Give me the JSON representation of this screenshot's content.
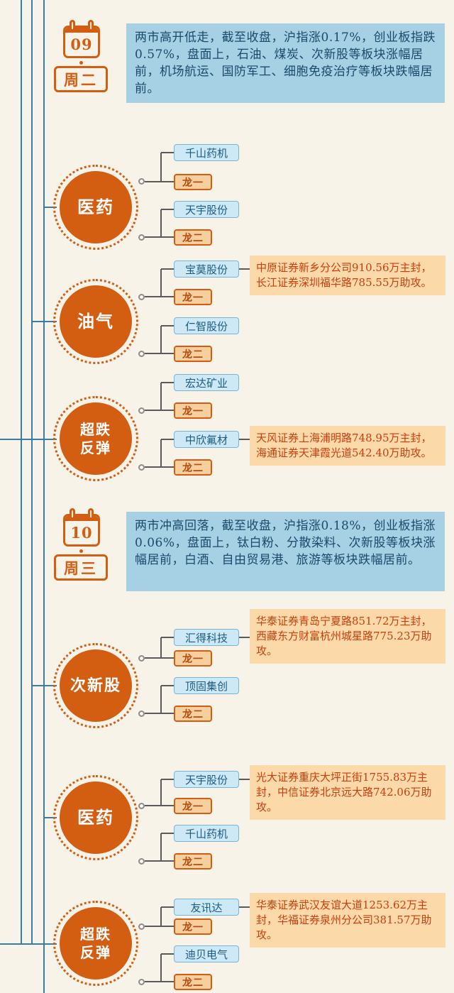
{
  "page": {
    "background": "#f8f3e8"
  },
  "colors": {
    "accent_orange": "#d35e12",
    "rank_fill": "#f6cf9f",
    "rank_text": "#b8490f",
    "note_fill": "#fcd9a8",
    "note_text": "#cc3d0e",
    "summary_fill": "#a6d0e4",
    "summary_text": "#1a4a6b",
    "stock_fill": "#cde9f6",
    "stock_border": "#79b4d4",
    "timeline_blue": "#3a7ca5",
    "branch_grey": "#5a5a5a"
  },
  "icons": {
    "calendar": "calendar-icon",
    "junction": "junction-dot"
  },
  "days": [
    {
      "date": "09",
      "weekday": "周二",
      "summary": "两市高开低走，截至收盘，沪指涨0.17%，创业板指跌0.57%，盘面上，石油、煤炭、次新股等板块涨幅居前，机场航运、国防军工、细胞免疫治疗等板块跌幅居前。",
      "sectors": [
        {
          "name": "医药",
          "groups": [
            {
              "stock": "千山药机",
              "rank": "龙一"
            },
            {
              "stock": "天宇股份",
              "rank": "龙二"
            }
          ]
        },
        {
          "name": "油气",
          "groups": [
            {
              "stock": "宝莫股份",
              "rank": "龙一",
              "note": "中原证券新乡分公司910.56万主封，长江证券深圳福华路785.55万助攻。"
            },
            {
              "stock": "仁智股份",
              "rank": "龙二"
            }
          ]
        },
        {
          "name": "超跌\n反弹",
          "groups": [
            {
              "stock": "宏达矿业",
              "rank": "龙一"
            },
            {
              "stock": "中欣氟材",
              "rank": "龙二",
              "note": "天风证券上海浦明路748.95万主封，海通证券天津霞光道542.40万助攻。"
            }
          ]
        }
      ]
    },
    {
      "date": "10",
      "weekday": "周三",
      "summary": "两市冲高回落，截至收盘，沪指涨0.18%，创业板指涨0.06%，盘面上，钛白粉、分散染料、次新股等板块涨幅居前，白酒、自由贸易港、旅游等板块跌幅居前。",
      "sectors": [
        {
          "name": "次新股",
          "groups": [
            {
              "stock": "汇得科技",
              "rank": "龙一",
              "note": "华泰证券青岛宁夏路851.72万主封，西藏东方财富杭州城星路775.23万助攻。"
            },
            {
              "stock": "顶固集创",
              "rank": "龙二"
            }
          ]
        },
        {
          "name": "医药",
          "groups": [
            {
              "stock": "天宇股份",
              "rank": "龙一",
              "note": "光大证券重庆大坪正街1755.83万主封，中信证券北京远大路742.06万助攻。"
            },
            {
              "stock": "千山药机",
              "rank": "龙二"
            }
          ]
        },
        {
          "name": "超跌\n反弹",
          "groups": [
            {
              "stock": "友讯达",
              "rank": "龙一",
              "note": "华泰证券武汉友谊大道1253.62万主封，华福证券泉州分公司381.57万助攻。"
            },
            {
              "stock": "迪贝电气",
              "rank": "龙二"
            }
          ]
        }
      ]
    }
  ]
}
